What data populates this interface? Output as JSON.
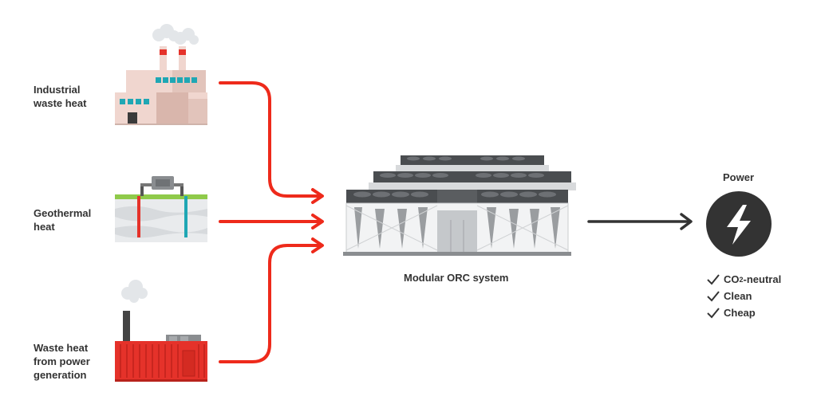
{
  "sources": [
    {
      "line1": "Industrial",
      "line2": "waste heat",
      "line3": ""
    },
    {
      "line1": "Geothermal",
      "line2": "heat",
      "line3": ""
    },
    {
      "line1": "Waste heat",
      "line2": "from power",
      "line3": "generation"
    }
  ],
  "system_label": "Modular ORC system",
  "output": {
    "label": "Power",
    "benefits": [
      {
        "pre": "CO",
        "sub": "2",
        "post": "-neutral"
      },
      {
        "pre": "Clean",
        "sub": "",
        "post": ""
      },
      {
        "pre": "Cheap",
        "sub": "",
        "post": ""
      }
    ]
  },
  "colors": {
    "flow_arrow": "#ee2a1b",
    "output_arrow": "#333333",
    "power_icon": "#333333",
    "container": "#e5322a",
    "factory": "#f0d6cf",
    "accent_teal": "#1fa7b4",
    "grass": "#8fca4a"
  },
  "icons": [
    "factory-icon",
    "geothermal-icon",
    "generator-container-icon",
    "orc-unit-icon",
    "lightning-icon",
    "checkmark-icon"
  ]
}
